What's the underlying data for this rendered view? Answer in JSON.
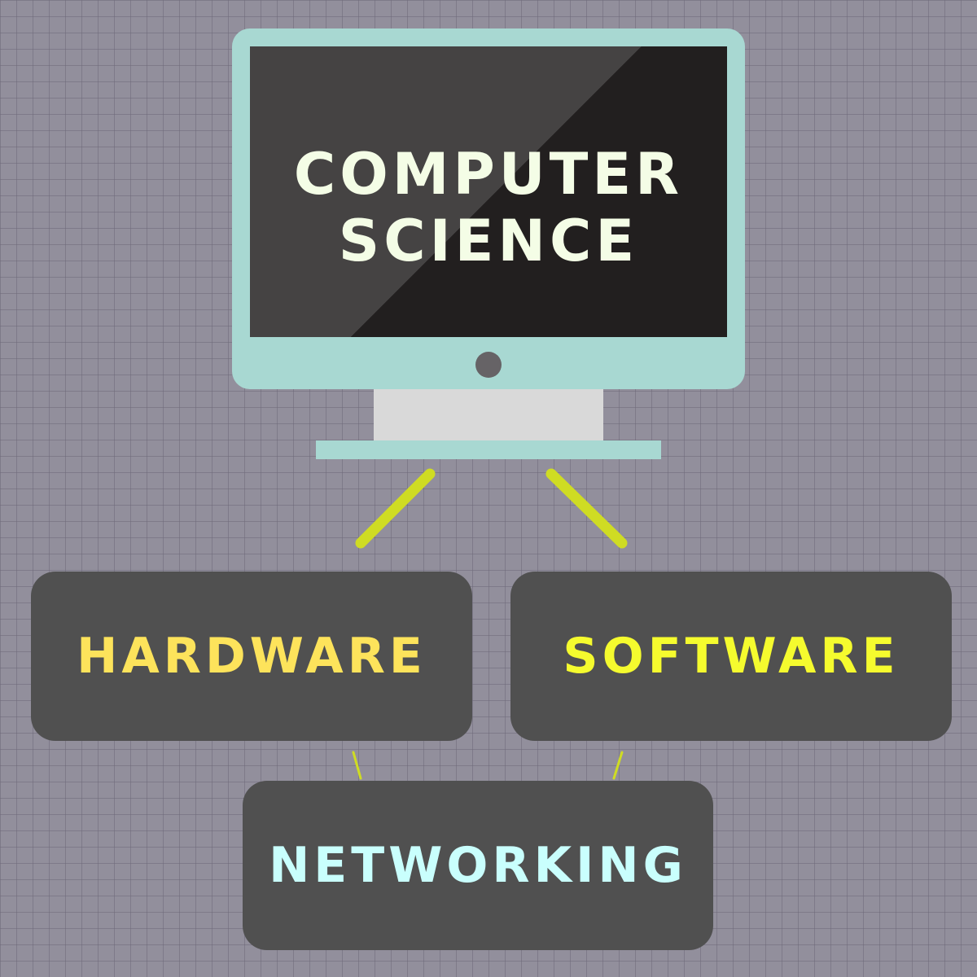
{
  "title_lines": [
    "COMPUTER",
    "SCIENCE"
  ],
  "nodes": {
    "hardware": {
      "label": "HARDWARE",
      "color": "#fde35b"
    },
    "software": {
      "label": "SOFTWARE",
      "color": "#f5fb2e"
    },
    "networking": {
      "label": "NETWORKING",
      "color": "#c9fffd"
    }
  },
  "colors": {
    "background": "#928f9c",
    "monitor_frame": "#a8d8d2",
    "screen_dark": "#221f1f",
    "screen_light": "#454343",
    "title_text": "#f4fde6",
    "box_fill": "#505050",
    "connector": "#cfdc23"
  },
  "icons": [
    "monitor-icon"
  ]
}
